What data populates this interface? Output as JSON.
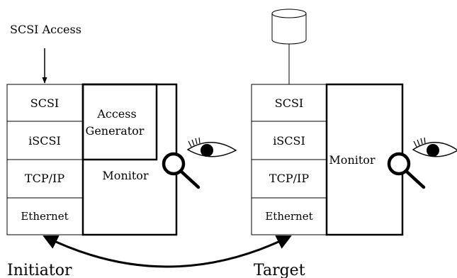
{
  "diagram": {
    "input_label": "SCSI Access",
    "initiator": {
      "layers": [
        "SCSI",
        "iSCSI",
        "TCP/IP",
        "Ethernet"
      ],
      "generator_line1": "Access",
      "generator_line2": "Generator",
      "monitor_label": "Monitor",
      "caption": "Initiator"
    },
    "target": {
      "layers": [
        "SCSI",
        "iSCSI",
        "TCP/IP",
        "Ethernet"
      ],
      "monitor_label": "Monitor",
      "caption": "Target"
    },
    "icons": [
      "disk-icon",
      "magnifier-icon",
      "eye-icon"
    ]
  }
}
